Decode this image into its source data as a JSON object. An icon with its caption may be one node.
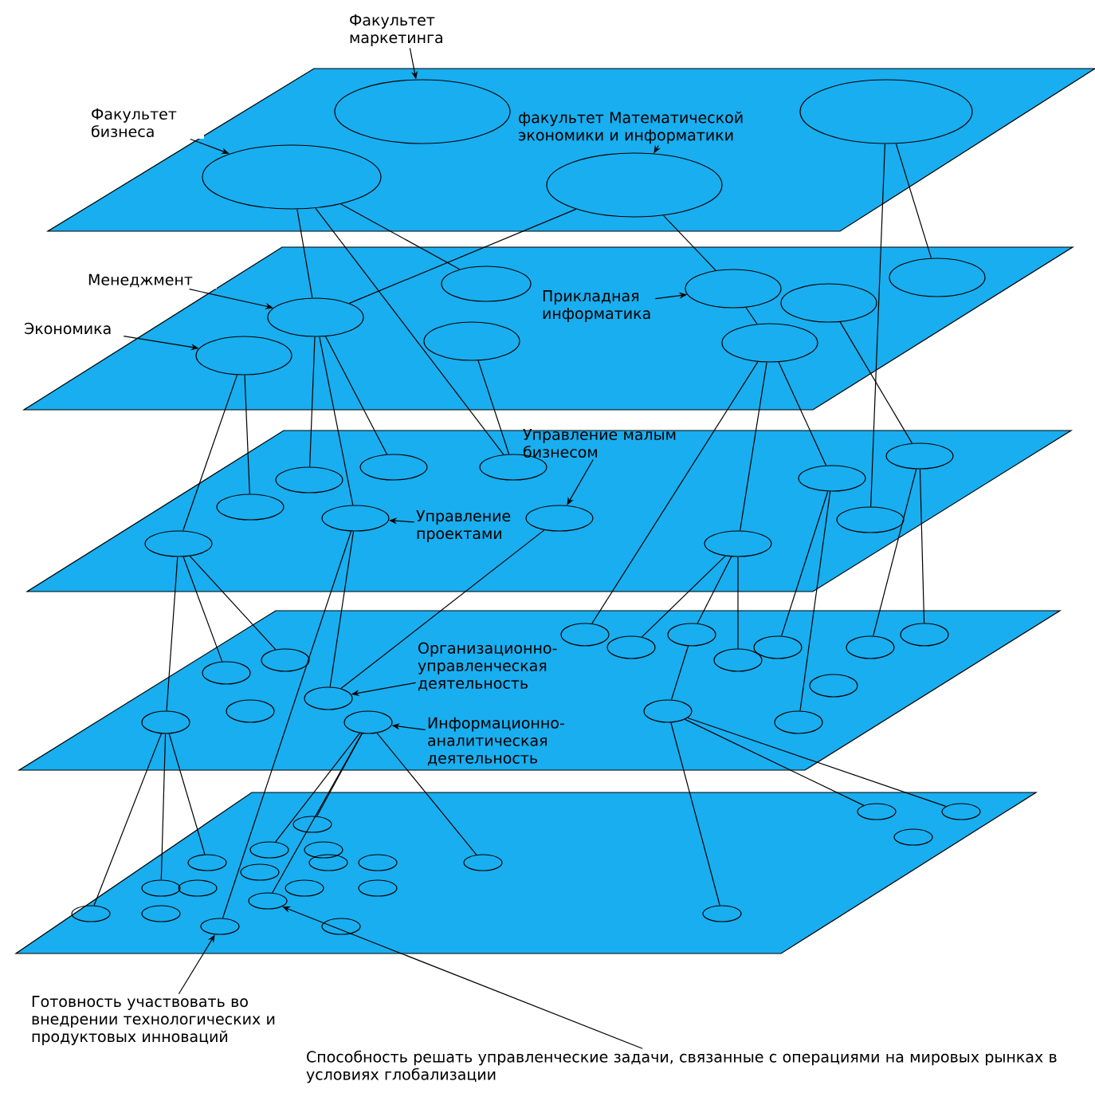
{
  "diagram": {
    "nodes": [
      {
        "text": [],
        "shape": "parallelogram"
      },
      {
        "text": [],
        "shape": "ellipse",
        "in": 0
      },
      {
        "text": [],
        "shape": "ellipse",
        "in": 0
      },
      {
        "text": [],
        "shape": "ellipse",
        "in": 0
      },
      {
        "text": [],
        "shape": "ellipse",
        "in": 0
      },
      {
        "text": [],
        "shape": "parallelogram"
      },
      {
        "text": [],
        "shape": "ellipse",
        "in": 5
      },
      {
        "text": [],
        "shape": "ellipse",
        "in": 5
      },
      {
        "text": [],
        "shape": "ellipse",
        "in": 5
      },
      {
        "text": [],
        "shape": "ellipse",
        "in": 5
      },
      {
        "text": [],
        "shape": "ellipse",
        "in": 5
      },
      {
        "text": [],
        "shape": "ellipse",
        "in": 5
      },
      {
        "text": [],
        "shape": "ellipse",
        "in": 5
      },
      {
        "text": [],
        "shape": "ellipse",
        "in": 5
      },
      {
        "text": [],
        "shape": "parallelogram"
      },
      {
        "text": [],
        "shape": "ellipse",
        "in": 14
      },
      {
        "text": [],
        "shape": "ellipse",
        "in": 14
      },
      {
        "text": [],
        "shape": "ellipse",
        "in": 14
      },
      {
        "text": [],
        "shape": "ellipse",
        "in": 14
      },
      {
        "text": [],
        "shape": "ellipse",
        "in": 14
      },
      {
        "text": [],
        "shape": "ellipse",
        "in": 14
      },
      {
        "text": [],
        "shape": "ellipse",
        "in": 14
      },
      {
        "text": [],
        "shape": "ellipse",
        "in": 14
      },
      {
        "text": [],
        "shape": "ellipse",
        "in": 14
      },
      {
        "text": [],
        "shape": "ellipse",
        "in": 14
      },
      {
        "text": [],
        "shape": "ellipse",
        "in": 14
      },
      {
        "text": [],
        "shape": "parallelogram"
      },
      {
        "text": [],
        "shape": "ellipse",
        "in": 26
      },
      {
        "text": [],
        "shape": "ellipse",
        "in": 26
      },
      {
        "text": [],
        "shape": "ellipse",
        "in": 26
      },
      {
        "text": [],
        "shape": "ellipse",
        "in": 26
      },
      {
        "text": [],
        "shape": "ellipse",
        "in": 26
      },
      {
        "text": [],
        "shape": "ellipse",
        "in": 26
      },
      {
        "text": [],
        "shape": "ellipse",
        "in": 26
      },
      {
        "text": [],
        "shape": "ellipse",
        "in": 26
      },
      {
        "text": [],
        "shape": "ellipse",
        "in": 26
      },
      {
        "text": [],
        "shape": "ellipse",
        "in": 26
      },
      {
        "text": [],
        "shape": "ellipse",
        "in": 26
      },
      {
        "text": [],
        "shape": "ellipse",
        "in": 26
      },
      {
        "text": [],
        "shape": "ellipse",
        "in": 26
      },
      {
        "text": [],
        "shape": "ellipse",
        "in": 26
      },
      {
        "text": [],
        "shape": "ellipse",
        "in": 26
      },
      {
        "text": [],
        "shape": "ellipse",
        "in": 26
      },
      {
        "text": [],
        "shape": "parallelogram"
      },
      {
        "text": [],
        "shape": "ellipse",
        "in": 43
      },
      {
        "text": [],
        "shape": "ellipse",
        "in": 43
      },
      {
        "text": [],
        "shape": "ellipse",
        "in": 43
      },
      {
        "text": [],
        "shape": "ellipse",
        "in": 43
      },
      {
        "text": [],
        "shape": "ellipse",
        "in": 43
      },
      {
        "text": [],
        "shape": "ellipse",
        "in": 43
      },
      {
        "text": [],
        "shape": "ellipse",
        "in": 43
      },
      {
        "text": [],
        "shape": "ellipse",
        "in": 43
      },
      {
        "text": [],
        "shape": "ellipse",
        "in": 43
      },
      {
        "text": [],
        "shape": "ellipse",
        "in": 43
      },
      {
        "text": [],
        "shape": "ellipse",
        "in": 43
      },
      {
        "text": [],
        "shape": "ellipse",
        "in": 43
      },
      {
        "text": [],
        "shape": "ellipse",
        "in": 43
      },
      {
        "text": [],
        "shape": "ellipse",
        "in": 43
      },
      {
        "text": [],
        "shape": "ellipse",
        "in": 43
      },
      {
        "text": [],
        "shape": "ellipse",
        "in": 43
      },
      {
        "text": [],
        "shape": "ellipse",
        "in": 43
      },
      {
        "text": [],
        "shape": "ellipse",
        "in": 43
      },
      {
        "text": [],
        "shape": "ellipse",
        "in": 43
      },
      {
        "text": [],
        "shape": "ellipse",
        "in": 43
      },
      {
        "text": [],
        "shape": "ellipse",
        "in": 43
      },
      {
        "text": [
          "Факультет маркетинга"
        ]
      },
      {
        "text": [
          "Факультет бизнеса"
        ]
      },
      {
        "text": [
          "факультет Математической экономики и информатики"
        ],
        "in": 0
      },
      {
        "text": [
          "Менеджмент"
        ]
      },
      {
        "text": [
          "Экономика"
        ]
      },
      {
        "text": [
          "Прикладная информатика"
        ],
        "in": 5
      },
      {
        "text": [
          "Управление малым бизнесом"
        ],
        "in": 14
      },
      {
        "text": [
          "Управление проектами"
        ],
        "in": 14
      },
      {
        "text": [
          "Организационно-управленческая деятельность"
        ],
        "in": 26
      },
      {
        "text": [
          "Информационно-аналитическая деятельность"
        ],
        "in": 26
      },
      {
        "text": [
          "Готовность участвовать во внедрении технологических и продуктовых инноваций"
        ]
      },
      {
        "text": [
          "Способность решать управленческие задачи, связанные с операциями на мировых рынках в условиях глобализации"
        ]
      }
    ],
    "edges": [
      {
        "from": 65,
        "to": 1,
        "arrow": "to"
      },
      {
        "from": 66,
        "to": 3,
        "arrow": "to"
      },
      {
        "from": 67,
        "to": 4,
        "arrow": "to"
      },
      {
        "from": 68,
        "to": 10,
        "arrow": "to"
      },
      {
        "from": 69,
        "to": 13,
        "arrow": "to"
      },
      {
        "from": 70,
        "to": 8,
        "arrow": "to"
      },
      {
        "from": 71,
        "to": 22,
        "arrow": "to"
      },
      {
        "from": 72,
        "to": 21,
        "arrow": "to"
      },
      {
        "from": 73,
        "to": 37,
        "arrow": "to"
      },
      {
        "from": 74,
        "to": 41,
        "arrow": "to"
      },
      {
        "from": 75,
        "to": 63,
        "arrow": "to"
      },
      {
        "from": 76,
        "to": 59,
        "arrow": "to"
      },
      {
        "from": 3,
        "to": 6,
        "arrow": "none"
      },
      {
        "from": 3,
        "to": 10,
        "arrow": "none"
      },
      {
        "from": 3,
        "to": 17,
        "arrow": "none"
      },
      {
        "from": 4,
        "to": 10,
        "arrow": "none"
      },
      {
        "from": 4,
        "to": 8,
        "arrow": "none"
      },
      {
        "from": 8,
        "to": 12,
        "arrow": "none"
      },
      {
        "from": 12,
        "to": 19,
        "arrow": "none"
      },
      {
        "from": 2,
        "to": 7,
        "arrow": "none"
      },
      {
        "from": 2,
        "to": 23,
        "arrow": "none"
      },
      {
        "from": 12,
        "to": 27,
        "arrow": "none"
      },
      {
        "from": 9,
        "to": 15,
        "arrow": "none"
      },
      {
        "from": 12,
        "to": 25,
        "arrow": "none"
      },
      {
        "from": 25,
        "to": 28,
        "arrow": "none"
      },
      {
        "from": 28,
        "to": 39,
        "arrow": "none"
      },
      {
        "from": 13,
        "to": 24,
        "arrow": "none"
      },
      {
        "from": 13,
        "to": 20,
        "arrow": "none"
      },
      {
        "from": 10,
        "to": 18,
        "arrow": "none"
      },
      {
        "from": 10,
        "to": 21,
        "arrow": "none"
      },
      {
        "from": 10,
        "to": 16,
        "arrow": "none"
      },
      {
        "from": 11,
        "to": 17,
        "arrow": "none"
      },
      {
        "from": 22,
        "to": 37,
        "arrow": "none"
      },
      {
        "from": 24,
        "to": 35,
        "arrow": "none"
      },
      {
        "from": 24,
        "to": 33,
        "arrow": "none"
      },
      {
        "from": 24,
        "to": 40,
        "arrow": "none"
      },
      {
        "from": 25,
        "to": 30,
        "arrow": "none"
      },
      {
        "from": 25,
        "to": 34,
        "arrow": "none"
      },
      {
        "from": 19,
        "to": 31,
        "arrow": "none"
      },
      {
        "from": 19,
        "to": 42,
        "arrow": "none"
      },
      {
        "from": 15,
        "to": 32,
        "arrow": "none"
      },
      {
        "from": 15,
        "to": 29,
        "arrow": "none"
      },
      {
        "from": 21,
        "to": 37,
        "arrow": "none"
      },
      {
        "from": 21,
        "to": 63,
        "arrow": "none"
      },
      {
        "from": 41,
        "to": 59,
        "arrow": "none"
      },
      {
        "from": 40,
        "to": 60,
        "arrow": "none"
      },
      {
        "from": 40,
        "to": 55,
        "arrow": "none"
      },
      {
        "from": 40,
        "to": 50,
        "arrow": "none"
      },
      {
        "from": 41,
        "to": 46,
        "arrow": "none"
      },
      {
        "from": 41,
        "to": 48,
        "arrow": "none"
      },
      {
        "from": 41,
        "to": 53,
        "arrow": "none"
      },
      {
        "from": 39,
        "to": 44,
        "arrow": "none"
      },
      {
        "from": 39,
        "to": 45,
        "arrow": "none"
      },
      {
        "from": 39,
        "to": 62,
        "arrow": "none"
      }
    ]
  }
}
